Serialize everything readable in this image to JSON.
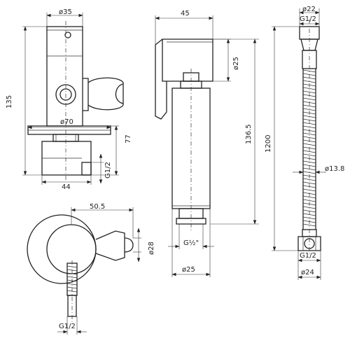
{
  "colors": {
    "line": "#222222",
    "background": "#ffffff"
  },
  "valve_front": {
    "d_top": "ø35",
    "d_flange": "ø70",
    "height_total": "135",
    "height_lower": "77",
    "thread": "G1/2",
    "width_bottom": "44"
  },
  "valve_top": {
    "width": "50.5",
    "d_holder": "ø28",
    "thread": "G1/2"
  },
  "sprayer": {
    "width": "45",
    "d_head": "ø25",
    "length": "136.5",
    "thread": "G½\"",
    "d_body": "ø25"
  },
  "hose": {
    "d_nut_top": "ø22",
    "thread_top": "G1/2",
    "length": "1200",
    "d_hose": "ø13.8",
    "thread_bottom": "G1/2",
    "d_nut_bottom": "ø24"
  }
}
